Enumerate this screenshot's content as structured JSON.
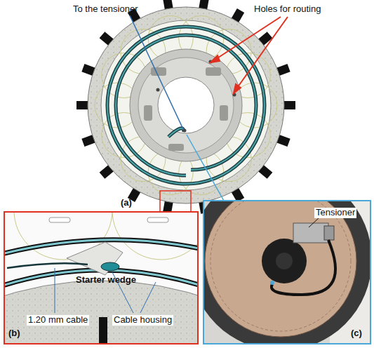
{
  "diagram": {
    "labels": [
      "To the tensioner",
      "Holes for routing",
      "(a)",
      "Starter wedge",
      "1.20 mm cable",
      "Cable housing",
      "(b)",
      "Tensioner",
      "(c)"
    ]
  }
}
